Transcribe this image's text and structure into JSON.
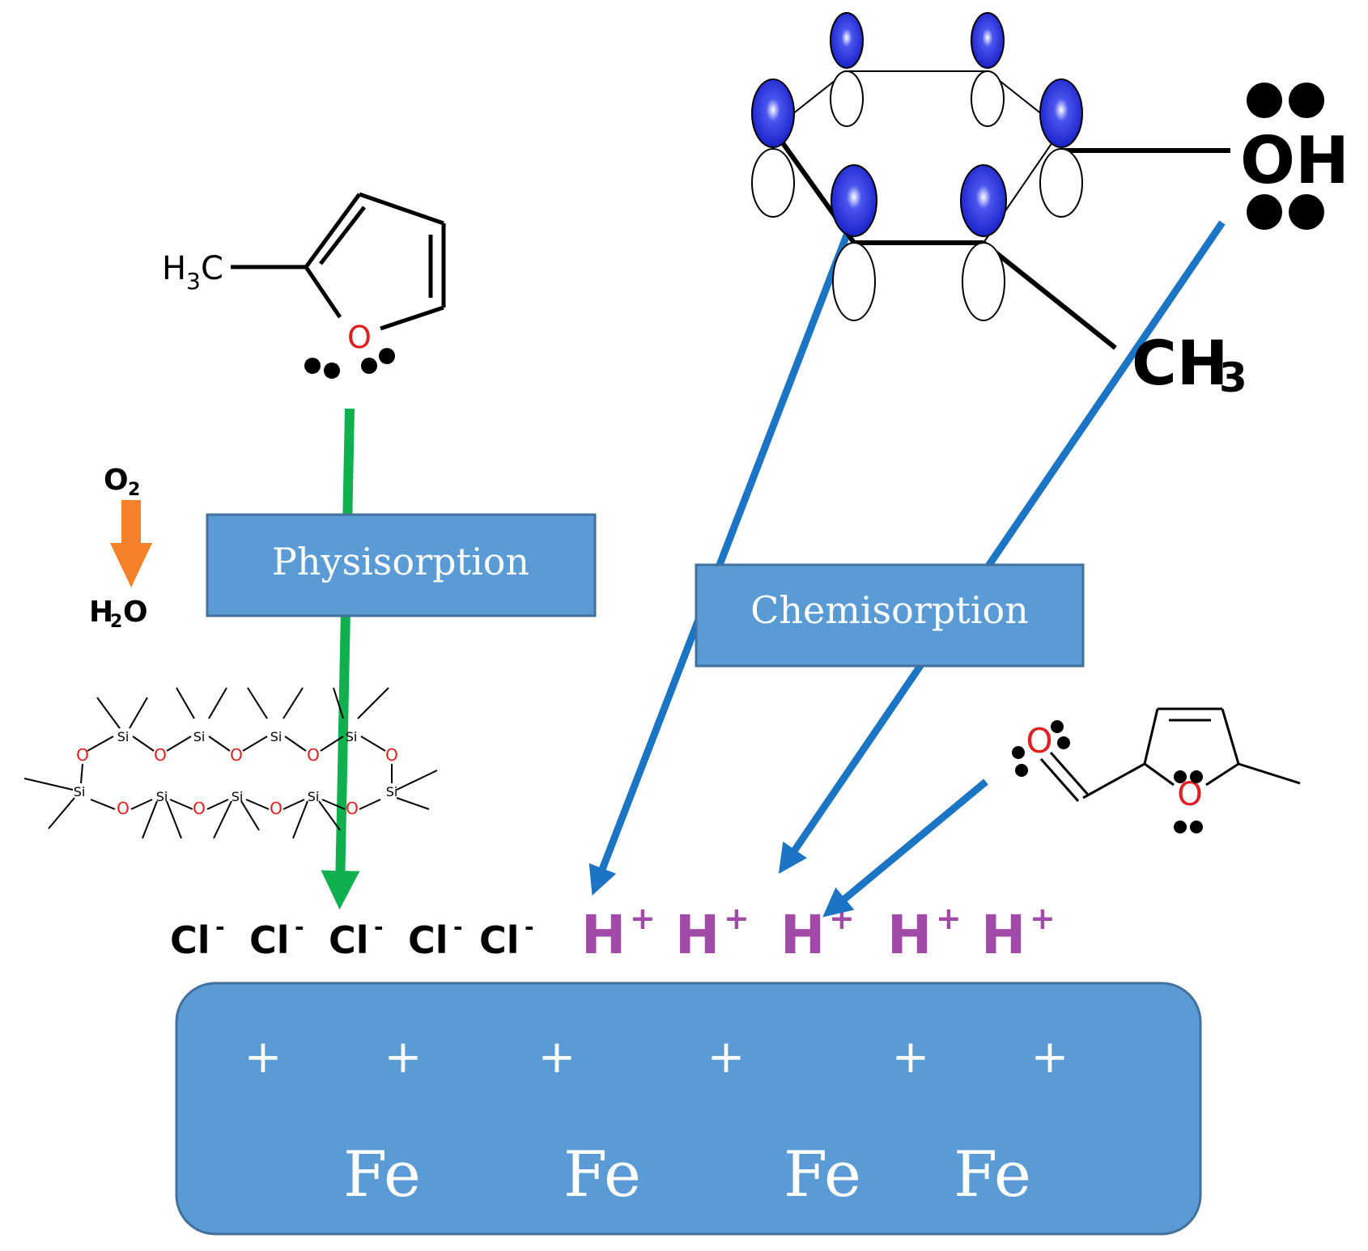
{
  "labels": {
    "physisorption": "Physisorption",
    "chemisorption": "Chemisorption",
    "oxygen": "O",
    "oxygen_sub": "2",
    "water_h": "H",
    "water_sub": "2",
    "water_o": "O",
    "methyl_furan_h": "H",
    "methyl_furan_sub": "3",
    "methyl_furan_c": "C",
    "furan_o": "O",
    "furfural_ring_o": "O",
    "furfural_aldehyde_o": "O",
    "hydroxyl": "OH",
    "methyl_ch": "CH",
    "methyl_sub": "3",
    "silicon": "Si",
    "siloxane_o": "O"
  },
  "ions": {
    "chloride": [
      "Cl",
      "Cl",
      "Cl",
      "Cl",
      "Cl"
    ],
    "chloride_charge": "-",
    "proton": [
      "H",
      "H",
      "H",
      "H",
      "H"
    ],
    "proton_charge": "+"
  },
  "surface": {
    "charges": [
      "+",
      "+",
      "+",
      "+",
      "+",
      "+"
    ],
    "metals": [
      "Fe",
      "Fe",
      "Fe",
      "Fe"
    ]
  },
  "colors": {
    "box_fill": "#5b9bd5",
    "box_stroke": "#41719c",
    "green_arrow": "#11b04f",
    "blue_arrow": "#1b75c4",
    "orange_arrow": "#f5812b",
    "proton_purple": "#a24aa8",
    "orbital_blue": "#1a22c8",
    "oxygen_red": "#e02020"
  }
}
